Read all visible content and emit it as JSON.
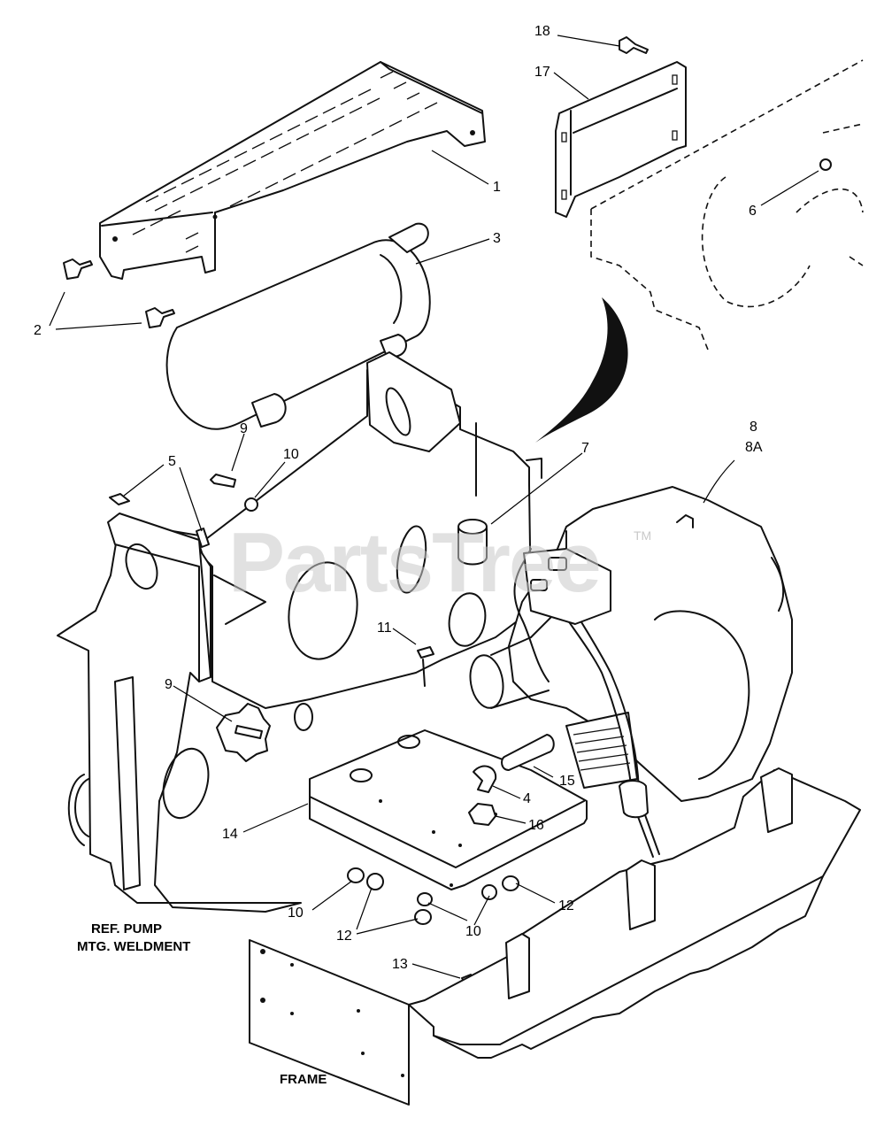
{
  "watermark": {
    "text": "PartsTree",
    "trademark": "TM"
  },
  "callouts": [
    {
      "id": "c1",
      "text": "1"
    },
    {
      "id": "c2",
      "text": "2"
    },
    {
      "id": "c3",
      "text": "3"
    },
    {
      "id": "c4",
      "text": "4"
    },
    {
      "id": "c5",
      "text": "5"
    },
    {
      "id": "c6",
      "text": "6"
    },
    {
      "id": "c7",
      "text": "7"
    },
    {
      "id": "c8",
      "text": "8"
    },
    {
      "id": "c8a",
      "text": "8A"
    },
    {
      "id": "c9a",
      "text": "9"
    },
    {
      "id": "c9b",
      "text": "9"
    },
    {
      "id": "c10a",
      "text": "10"
    },
    {
      "id": "c10b",
      "text": "10"
    },
    {
      "id": "c10c",
      "text": "10"
    },
    {
      "id": "c11",
      "text": "11"
    },
    {
      "id": "c12a",
      "text": "12"
    },
    {
      "id": "c12b",
      "text": "12"
    },
    {
      "id": "c13",
      "text": "13"
    },
    {
      "id": "c14",
      "text": "14"
    },
    {
      "id": "c15",
      "text": "15"
    },
    {
      "id": "c16",
      "text": "16"
    },
    {
      "id": "c17",
      "text": "17"
    },
    {
      "id": "c18",
      "text": "18"
    }
  ],
  "labels": {
    "ref_pump_line1": "REF. PUMP",
    "ref_pump_line2": "MTG. WELDMENT",
    "frame": "FRAME"
  }
}
